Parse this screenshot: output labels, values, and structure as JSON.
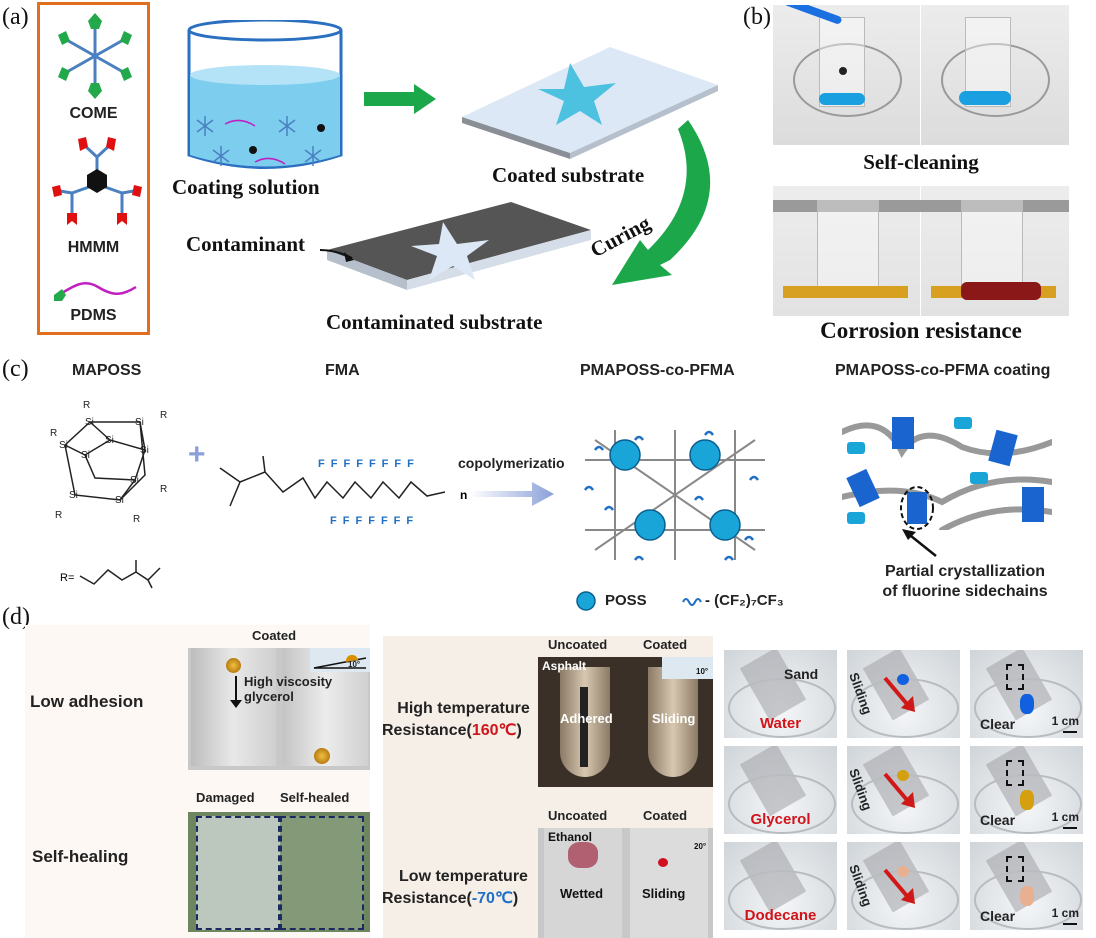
{
  "panels": {
    "a": {
      "label": "(a)",
      "legend": [
        {
          "name": "COME",
          "icon": "star-molecule-icon",
          "color": "#22aa4a"
        },
        {
          "name": "HMMM",
          "icon": "hexagon-molecule-icon",
          "color": "#e01010"
        },
        {
          "name": "PDMS",
          "icon": "chain-molecule-icon",
          "color": "#c020c0"
        }
      ],
      "legend_border_color": "#e07020",
      "coating_solution": "Coating solution",
      "coated_substrate": "Coated substrate",
      "contaminant": "Contaminant",
      "contaminated_substrate": "Contaminated substrate",
      "curing": "Curing",
      "arrow_color": "#1ca84a"
    },
    "b": {
      "label": "(b)",
      "self_cleaning": "Self-cleaning",
      "corrosion_resistance": "Corrosion resistance"
    },
    "c": {
      "label": "(c)",
      "maposs": "MAPOSS",
      "fma": "FMA",
      "copolymer": "PMAPOSS-co-PFMA",
      "coating": "PMAPOSS-co-PFMA coating",
      "reaction": "copolymerizatio",
      "r_def": "R=",
      "fluorine": "F",
      "n_label": "n",
      "legend_poss": "POSS",
      "legend_chain": "- (CF₂)₇CF₃",
      "crystallization_line1": "Partial crystallization",
      "crystallization_line2": "of fluorine sidechains",
      "accent_color": "#1aa5d8"
    },
    "d": {
      "label": "(d)",
      "low_adhesion": "Low adhesion",
      "self_healing": "Self-healing",
      "coated": "Coated",
      "high_viscosity": "High viscosity",
      "glycerol": "glycerol",
      "angle_10": "10°",
      "angle_20": "20°",
      "damaged": "Damaged",
      "self_healed": "Self-healed",
      "high_temp_line1": "High temperature",
      "high_temp_line2_prefix": "Resistance(",
      "high_temp_value": "160℃",
      "high_temp_suffix": ")",
      "low_temp_line1": "Low temperature",
      "low_temp_line2_prefix": "Resistance(",
      "low_temp_value": "-70℃",
      "low_temp_suffix": ")",
      "uncoated": "Uncoated",
      "asphalt": "Asphalt",
      "adhered": "Adhered",
      "sliding": "Sliding",
      "ethanol": "Ethanol",
      "wetted": "Wetted",
      "grid": {
        "sand": "Sand",
        "rows": [
          {
            "liquid": "Water",
            "slide": "Sliding",
            "clear": "Clear",
            "scale": "1 cm",
            "drop_color": "#1060e0"
          },
          {
            "liquid": "Glycerol",
            "slide": "Sliding",
            "clear": "Clear",
            "scale": "1 cm",
            "drop_color": "#d4a010"
          },
          {
            "liquid": "Dodecane",
            "slide": "Sliding",
            "clear": "Clear",
            "scale": "1 cm",
            "drop_color": "#e8b090"
          }
        ]
      }
    }
  }
}
